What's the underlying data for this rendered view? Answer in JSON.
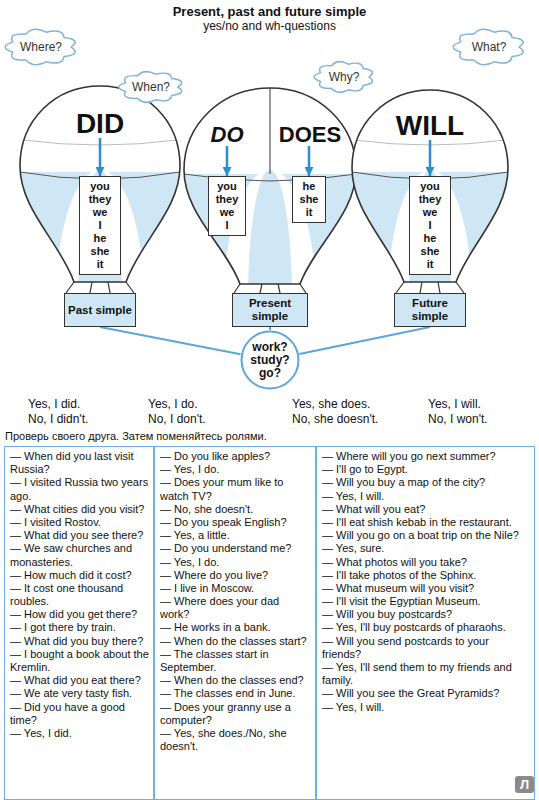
{
  "diagram": {
    "title": "Present, past and future simple",
    "nodes": [
      {
        "text": [
          "Where?"
        ]
      },
      {
        "text": [
          "When?"
        ]
      },
      {
        "text": [
          "Why?"
        ]
      },
      {
        "text": [
          "What?"
        ]
      },
      {
        "text": [
          "DID"
        ]
      },
      {
        "text": [
          "you they we I he she it"
        ]
      },
      {
        "text": [
          "DO"
        ]
      },
      {
        "text": [
          "DOES"
        ]
      },
      {
        "text": [
          "you they we I"
        ]
      },
      {
        "text": [
          "he she it"
        ]
      },
      {
        "text": [
          "WILL"
        ]
      },
      {
        "text": [
          "you they we I he she it"
        ]
      },
      {
        "text": [
          "Past simple"
        ]
      },
      {
        "text": [
          "Present simple"
        ]
      },
      {
        "text": [
          "Future simple"
        ]
      },
      {
        "text": [
          "work? study? go?"
        ]
      },
      {
        "text": [
          "— When did you last visit Russia?",
          "— I visited Russia two years ago.",
          "— What cities did you visit?",
          "— I visited Rostov.",
          "— What did you see there?",
          "— We saw churches and monasteries.",
          "— How much did it cost?",
          "— It cost one thousand roubles.",
          "— How did you get there?",
          "— I got there by train.",
          "— What did you buy there?",
          "— I bought a book about the Kremlin.",
          "— What did you eat there?",
          "— We ate very tasty fish.",
          "— Did you have a good time?",
          "— Yes, I did."
        ]
      },
      {
        "text": [
          "— Do you like apples?",
          "— Yes, I do.",
          "— Does your mum like to watch TV?",
          "— No, she doesn't.",
          "— Do you speak English?",
          "— Yes, a little.",
          "— Do you understand me?",
          "— Yes, I do.",
          "— Where do you live?",
          "— I live in Moscow.",
          "— Where does your dad work?",
          "— He works in a bank.",
          "— When do the classes start?",
          "— The classes start in September.",
          "— When do the classes end?",
          "— The classes end in June.",
          "— Does your granny use a computer?",
          "— Yes, she does./No, she doesn't."
        ]
      },
      {
        "text": [
          "— Where will you go next summer?",
          "— I'll go to Egypt.",
          "— Will you buy a map of the city?",
          "— Yes, I will.",
          "— What will you eat?",
          "— I'll eat shish kebab in the restaurant.",
          "— Will you go on a boat trip on the Nile?",
          "— Yes, sure.",
          "— What photos will you take?",
          "— I'll take photos of the Sphinx.",
          "— What museum will you visit?",
          "— I'll visit the Egyptian Museum.",
          "— Will you buy postcards?",
          "— Yes, I'll buy postcards of pharaohs.",
          "— Will you send postcards to your friends?",
          "— Yes, I'll send them to my friends and family.",
          "— Will you see the Great Pyramids?",
          "— Yes, I will."
        ]
      }
    ],
    "edges": [
      {
        "from": 4,
        "to": 5,
        "arrow": "to"
      },
      {
        "from": 6,
        "to": 8,
        "arrow": "to"
      },
      {
        "from": 7,
        "to": 9,
        "arrow": "to"
      },
      {
        "from": 10,
        "to": 11,
        "arrow": "to"
      },
      {
        "from": 12,
        "to": 15,
        "arrow": "none"
      },
      {
        "from": 13,
        "to": 15,
        "arrow": "none"
      },
      {
        "from": 14,
        "to": 15,
        "arrow": "none"
      }
    ],
    "labels": [
      "yes/no and wh-questions",
      "Yes, I did.",
      "No, I didn't.",
      "Yes, I do.",
      "No, I don't.",
      "Yes, she does.",
      "No, she doesn't.",
      "Yes, I will.",
      "No, I won't.",
      "Проверь своего друга. Затем поменяйтесь ролями.",
      "Л"
    ]
  }
}
